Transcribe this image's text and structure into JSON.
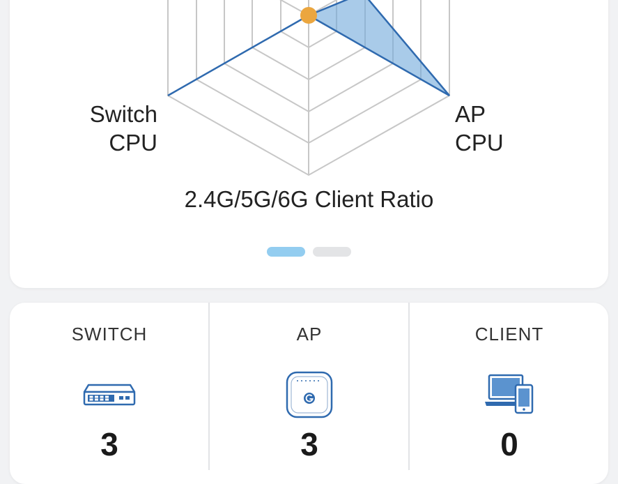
{
  "radar": {
    "axes": {
      "switch_cpu": [
        "Switch",
        "CPU"
      ],
      "ap_cpu": [
        "AP",
        "CPU"
      ],
      "client_ratio": "2.4G/5G/6G Client Ratio"
    },
    "colors": {
      "grid": "#c7c7c7",
      "series_line": "#2f6aaf",
      "series_fill": "#6fa8db",
      "marker": "#eba63f"
    }
  },
  "pager": {
    "active_index": 0,
    "count": 2
  },
  "stats": {
    "switch": {
      "title": "SWITCH",
      "value": "3",
      "icon": "network-switch-icon"
    },
    "ap": {
      "title": "AP",
      "value": "3",
      "icon": "access-point-icon"
    },
    "client": {
      "title": "CLIENT",
      "value": "0",
      "icon": "client-devices-icon"
    }
  }
}
